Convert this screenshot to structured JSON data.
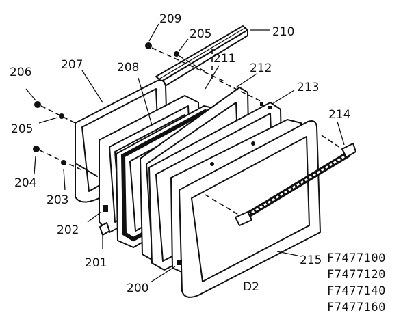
{
  "diagram": {
    "callouts": {
      "c200": "200",
      "c201": "201",
      "c202": "202",
      "c203": "203",
      "c204": "204",
      "c205a": "205",
      "c205b": "205",
      "c206": "206",
      "c207": "207",
      "c208": "208",
      "c209": "209",
      "c210": "210",
      "c211": "211",
      "c212": "212",
      "c213": "213",
      "c214": "214",
      "c215": "215"
    },
    "panel_code": "D2",
    "model_numbers": [
      "F7477100",
      "F7477120",
      "F7477140",
      "F7477160"
    ]
  }
}
